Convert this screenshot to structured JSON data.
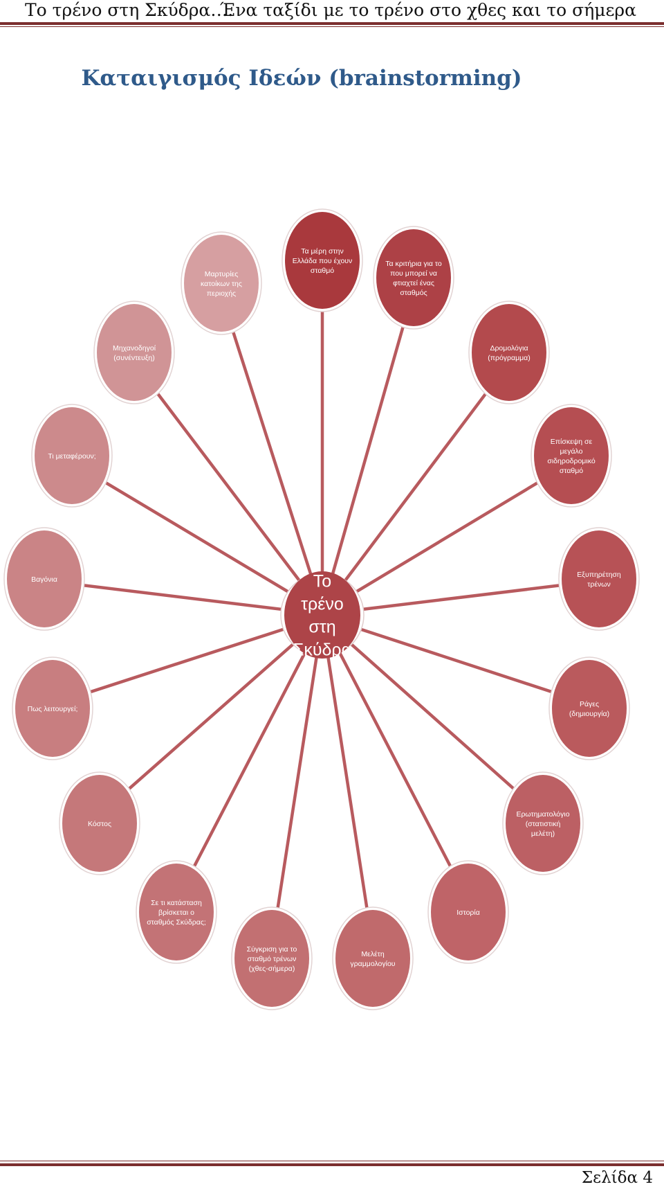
{
  "header": {
    "left_text": "Το τρένο στη Σκύδρα….",
    "right_text": "Ένα ταξίδι με το τρένο στο χθες και το σήμερα"
  },
  "title": "Καταιγισμός Ιδεών (brainstorming)",
  "mindmap": {
    "center": {
      "lines": [
        "Το",
        "τρένο",
        "στη",
        "Σκύδρα"
      ]
    },
    "nodes": [
      {
        "lines": [
          "Τα μέρη στην",
          "Ελλάδα που έχουν",
          "σταθμό"
        ]
      },
      {
        "lines": [
          "Τα κριτήρια για το",
          "που μπορεί να",
          "φτιαχτεί ένας",
          "σταθμός"
        ]
      },
      {
        "lines": [
          "Δρομολόγια",
          "(πρόγραμμα)"
        ]
      },
      {
        "lines": [
          "Επίσκεψη σε",
          "μεγάλο",
          "σιδηροδρομικό",
          "σταθμό"
        ]
      },
      {
        "lines": [
          "Εξυπηρέτηση",
          "τρένων"
        ]
      },
      {
        "lines": [
          "Ράγες",
          "(δημιουργία)"
        ]
      },
      {
        "lines": [
          "Ερωτηματολόγιο",
          "(στατιστική",
          "μελέτη)"
        ]
      },
      {
        "lines": [
          "Ιστορία"
        ]
      },
      {
        "lines": [
          "Μελέτη",
          "γραμμολογίου"
        ]
      },
      {
        "lines": [
          "Σύγκριση για το",
          "σταθμό τρένων",
          "(χθες-σήμερα)"
        ]
      },
      {
        "lines": [
          "Σε τι κατάσταση",
          "βρίσκεται ο",
          "σταθμός Σκύδρας;"
        ]
      },
      {
        "lines": [
          "Κόστος"
        ]
      },
      {
        "lines": [
          "Πως λειτουργεί;"
        ]
      },
      {
        "lines": [
          "Βαγόνια"
        ]
      },
      {
        "lines": [
          "Τι μεταφέρουν;"
        ]
      },
      {
        "lines": [
          "Μηχανοδηγοί",
          "(συνέντευξη)"
        ]
      },
      {
        "lines": [
          "Μαρτυρίες",
          "κατοίκων της",
          "περιοχής"
        ]
      }
    ]
  },
  "footer": {
    "page_label": "Σελίδα 4"
  },
  "colors": {
    "accent_rule": "#7b2e2e",
    "title_blue": "#2f5a8a",
    "connector": "#b85a5e",
    "center_fill": "#ad4448"
  }
}
